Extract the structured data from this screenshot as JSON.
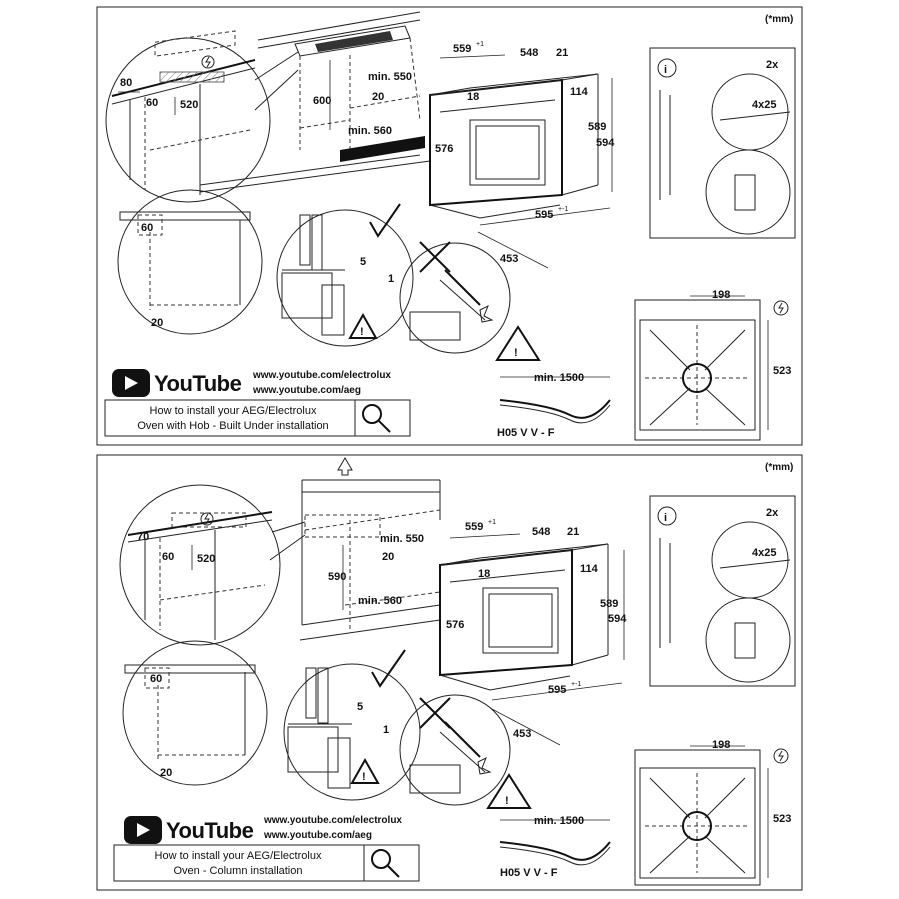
{
  "unit_note": "(*mm)",
  "panels": [
    {
      "id": "top",
      "dims": {
        "d80": "80",
        "d60a": "60",
        "d520": "520",
        "d600": "600",
        "min550": "min. 550",
        "d20a": "20",
        "min560": "min. 560",
        "d559": "559",
        "d559_sup": "+1",
        "d548": "548",
        "d21": "21",
        "d18": "18",
        "d114": "114",
        "d576": "576",
        "d589": "589",
        "d594": "594",
        "d595": "595",
        "d595_sup": "+-1",
        "d453": "453",
        "d60b": "60",
        "d20b": "20",
        "d5": "5",
        "d1": "1",
        "count": "2x",
        "screw": "4x25",
        "d198": "198",
        "d523": "523",
        "min1500": "min. 1500",
        "cable": "H05 V V - F"
      },
      "youtube": {
        "brand": "YouTube",
        "links": [
          "www.youtube.com/electrolux",
          "www.youtube.com/aeg"
        ],
        "caption_line1": "How to install your AEG/Electrolux",
        "caption_line2": "Oven with Hob - Built Under installation"
      }
    },
    {
      "id": "bottom",
      "dims": {
        "d70": "70",
        "d60a": "60",
        "d520": "520",
        "d590": "590",
        "min550": "min. 550",
        "d20a": "20",
        "min560": "min. 560",
        "d559": "559",
        "d559_sup": "+1",
        "d548": "548",
        "d21": "21",
        "d18": "18",
        "d114": "114",
        "d576": "576",
        "d589": "589",
        "d594": "594",
        "d595": "595",
        "d595_sup": "+-1",
        "d453": "453",
        "d60b": "60",
        "d20b": "20",
        "d5": "5",
        "d1": "1",
        "count": "2x",
        "screw": "4x25",
        "d198": "198",
        "d523": "523",
        "min1500": "min. 1500",
        "cable": "H05 V V - F"
      },
      "youtube": {
        "brand": "YouTube",
        "links": [
          "www.youtube.com/electrolux",
          "www.youtube.com/aeg"
        ],
        "caption_line1": "How to install your AEG/Electrolux",
        "caption_line2": "Oven - Column installation"
      }
    }
  ],
  "icons": [
    "power-icon",
    "check-icon",
    "cross-icon",
    "warning-icon",
    "info-icon",
    "magnifier-icon",
    "youtube-play-icon",
    "spark-icon"
  ],
  "colors": {
    "line": "#222222",
    "hatch": "#bbbbbb",
    "youtube_red": "#111111"
  }
}
